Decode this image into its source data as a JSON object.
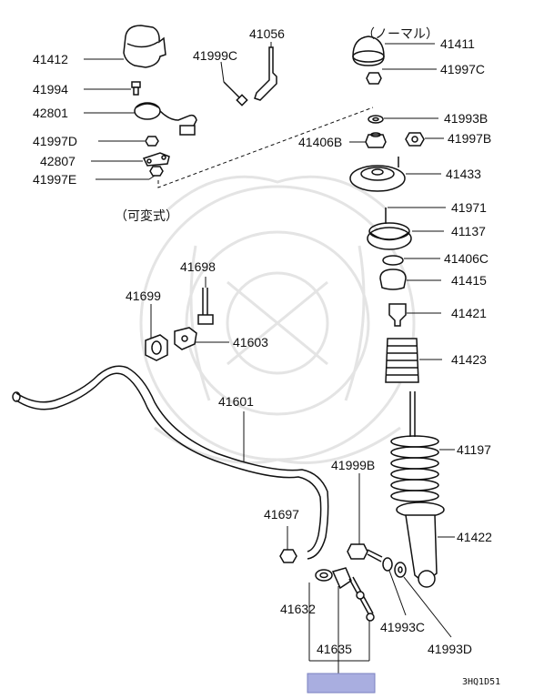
{
  "labels": {
    "p41412": "41412",
    "p41994": "41994",
    "p42801": "42801",
    "p41997D": "41997D",
    "p42807": "42807",
    "p41997E": "41997E",
    "p41999C": "41999C",
    "p41056": "41056",
    "p41411": "41411",
    "p41997C": "41997C",
    "p41993B": "41993B",
    "p41406B": "41406B",
    "p41997B": "41997B",
    "p41433": "41433",
    "p41971": "41971",
    "p41137": "41137",
    "p41406C": "41406C",
    "p41415": "41415",
    "p41421": "41421",
    "p41423": "41423",
    "p41698": "41698",
    "p41699": "41699",
    "p41603": "41603",
    "p41601": "41601",
    "p41197": "41197",
    "p41999B": "41999B",
    "p41697": "41697",
    "p41422": "41422",
    "p41632": "41632",
    "p41993C": "41993C",
    "p41635": "41635",
    "p41993D": "41993D",
    "normal_note": "（ノーマル）",
    "variable_note": "（可変式）",
    "diagram_code": "3HQ1D51"
  },
  "highlight_color": "#a9aee0"
}
